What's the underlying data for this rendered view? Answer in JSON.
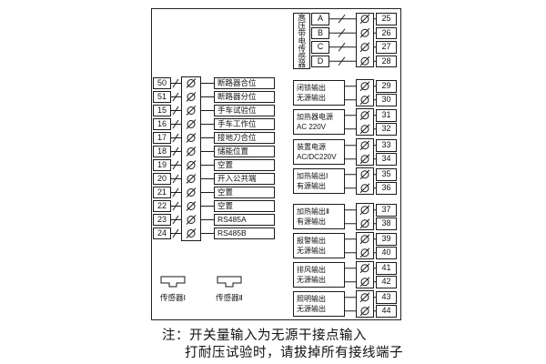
{
  "device": {
    "left_inputs": [
      {
        "terminal": "50",
        "label": "断路器合位"
      },
      {
        "terminal": "51",
        "label": "断路器分位"
      },
      {
        "terminal": "15",
        "label": "手车试验位"
      },
      {
        "terminal": "16",
        "label": "手车工作位"
      },
      {
        "terminal": "17",
        "label": "接地刀合位"
      },
      {
        "terminal": "18",
        "label": "储能位置"
      },
      {
        "terminal": "19",
        "label": "空置"
      },
      {
        "terminal": "20",
        "label": "开入公共端"
      },
      {
        "terminal": "21",
        "label": "空置"
      },
      {
        "terminal": "22",
        "label": "空置"
      },
      {
        "terminal": "23",
        "label": "RS485A"
      },
      {
        "terminal": "24",
        "label": "RS485B"
      }
    ],
    "hv_sensor": {
      "label": "高压带电传感器",
      "phases": [
        {
          "phase": "A",
          "terminal": "25"
        },
        {
          "phase": "B",
          "terminal": "26"
        },
        {
          "phase": "C",
          "terminal": "27"
        },
        {
          "phase": "D",
          "terminal": "28"
        }
      ]
    },
    "right_groups": [
      {
        "line1": "闭锁输出",
        "line2": "无源输出",
        "terminals": [
          "29",
          "30"
        ]
      },
      {
        "line1": "加热器电源",
        "line2": "AC 220V",
        "terminals": [
          "31",
          "32"
        ]
      },
      {
        "line1": "装置电源",
        "line2": "AC/DC220V",
        "terminals": [
          "33",
          "34"
        ]
      },
      {
        "line1": "加热输出Ⅰ",
        "line2": "有源输出",
        "terminals": [
          "35",
          "36"
        ]
      },
      {
        "line1": "加热输出Ⅱ",
        "line2": "有源输出",
        "terminals": [
          "37",
          "38"
        ]
      },
      {
        "line1": "报警输出",
        "line2": "无源输出",
        "terminals": [
          "39",
          "40"
        ]
      },
      {
        "line1": "排风输出",
        "line2": "无源输出",
        "terminals": [
          "41",
          "42"
        ]
      },
      {
        "line1": "照明输出",
        "line2": "无源输出",
        "terminals": [
          "43",
          "44"
        ]
      }
    ],
    "sensors": [
      {
        "label": "传感器Ⅰ"
      },
      {
        "label": "传感器Ⅱ"
      }
    ]
  },
  "notes": [
    "注：开关量输入为无源干接点输入",
    "打耐压试验时，请拔掉所有接线端子"
  ],
  "icons": {
    "terminal": "circle-with-slash",
    "input_contact": "switch-contact-slash",
    "sensor": "sensor-bracket"
  },
  "colors": {
    "line": "#1a1a1a",
    "background": "#ffffff"
  }
}
